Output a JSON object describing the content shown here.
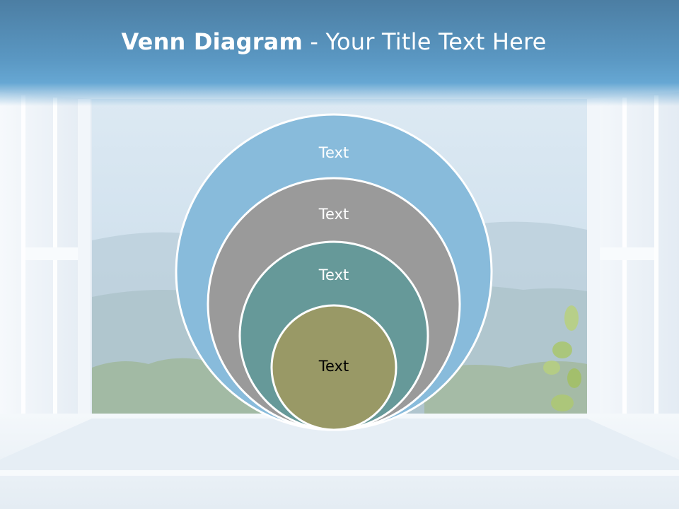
{
  "slide": {
    "title_bold": "Venn Diagram",
    "title_rest": " - Your Title Text Here"
  },
  "diagram": {
    "circles": [
      {
        "label": "Text",
        "fill": "#88bbdb",
        "text_color": "#ffffff"
      },
      {
        "label": "Text",
        "fill": "#9a9a9a",
        "text_color": "#ffffff"
      },
      {
        "label": "Text",
        "fill": "#669999",
        "text_color": "#ffffff"
      },
      {
        "label": "Text",
        "fill": "#999966",
        "text_color": "#000000"
      }
    ]
  }
}
